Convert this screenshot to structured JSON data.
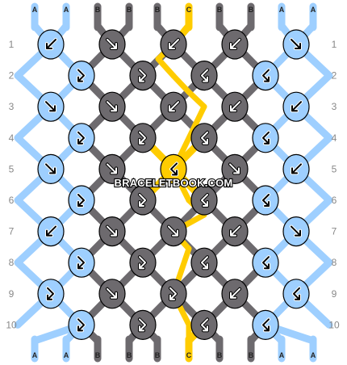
{
  "site": {
    "watermark": "BRACELETBOOK.COM"
  },
  "pattern": {
    "strings_top": [
      "A",
      "A",
      "B",
      "B",
      "B",
      "C",
      "B",
      "B",
      "A",
      "A"
    ],
    "strings_bottom": [
      "A",
      "A",
      "B",
      "B",
      "B",
      "C",
      "B",
      "B",
      "A",
      "A"
    ],
    "colors": {
      "A": "#9ecfff",
      "B": "#6d6a6e",
      "C": "#ffcc00"
    },
    "rows": [
      {
        "label": "1",
        "knots": [
          "A",
          "B",
          "B",
          "B",
          "A"
        ]
      },
      {
        "label": "2",
        "knots": [
          "A",
          "B",
          "B",
          "A"
        ]
      },
      {
        "label": "3",
        "knots": [
          "A",
          "B",
          "B",
          "B",
          "A"
        ]
      },
      {
        "label": "4",
        "knots": [
          "A",
          "B",
          "B",
          "A"
        ]
      },
      {
        "label": "5",
        "knots": [
          "A",
          "B",
          "C",
          "B",
          "A"
        ]
      },
      {
        "label": "6",
        "knots": [
          "A",
          "B",
          "B",
          "A"
        ]
      },
      {
        "label": "7",
        "knots": [
          "A",
          "B",
          "B",
          "B",
          "A"
        ]
      },
      {
        "label": "8",
        "knots": [
          "A",
          "B",
          "B",
          "A"
        ]
      },
      {
        "label": "9",
        "knots": [
          "A",
          "B",
          "B",
          "B",
          "A"
        ]
      },
      {
        "label": "10",
        "knots": [
          "A",
          "B",
          "B",
          "A"
        ]
      }
    ],
    "knot_types": [
      [
        "backward",
        "forward",
        "backward",
        "backward",
        "forward"
      ],
      [
        "forward-backward",
        "forward-backward",
        "backward-forward",
        "backward-forward"
      ],
      [
        "forward",
        "forward",
        "backward",
        "backward",
        "backward"
      ],
      [
        "forward-backward",
        "forward-backward",
        "backward-forward",
        "backward-forward"
      ],
      [
        "forward",
        "forward",
        "backward-forward",
        "forward",
        "backward"
      ],
      [
        "forward-backward",
        "forward-backward",
        "backward-forward",
        "backward-forward"
      ],
      [
        "backward",
        "forward",
        "forward",
        "backward",
        "forward"
      ],
      [
        "forward-backward",
        "forward-backward",
        "backward-forward",
        "backward-forward"
      ],
      [
        "forward-backward",
        "forward",
        "forward-backward",
        "backward",
        "backward-forward"
      ],
      [
        "forward-backward",
        "forward-backward",
        "backward-forward",
        "backward-forward"
      ]
    ]
  }
}
